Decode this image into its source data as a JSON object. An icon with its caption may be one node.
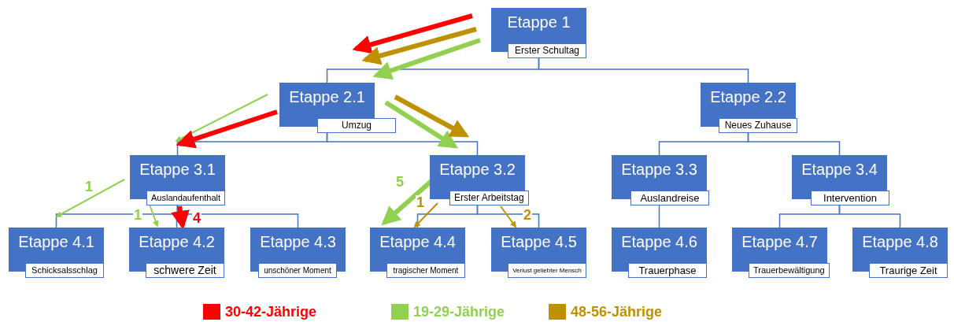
{
  "diagram": {
    "nodes": [
      {
        "text": [
          "Etappe 1",
          "Erster Schultag"
        ]
      },
      {
        "text": [
          "Etappe 2.1",
          "Umzug"
        ]
      },
      {
        "text": [
          "Etappe 2.2",
          "Neues Zuhause"
        ]
      },
      {
        "text": [
          "Etappe 3.1",
          "Auslandaufenthalt"
        ]
      },
      {
        "text": [
          "Etappe 3.2",
          "Erster Arbeitstag"
        ]
      },
      {
        "text": [
          "Etappe 3.3",
          "Auslandreise"
        ]
      },
      {
        "text": [
          "Etappe 3.4",
          "Intervention"
        ]
      },
      {
        "text": [
          "Etappe 4.1",
          "Schicksalsschlag"
        ]
      },
      {
        "text": [
          "Etappe 4.2",
          "schwere Zeit"
        ]
      },
      {
        "text": [
          "Etappe 4.3",
          "unschöner Moment"
        ]
      },
      {
        "text": [
          "Etappe 4.4",
          "tragischer Moment"
        ]
      },
      {
        "text": [
          "Etappe 4.5",
          "Verlust geliebter Mensch"
        ]
      },
      {
        "text": [
          "Etappe 4.6",
          "Trauerphase"
        ]
      },
      {
        "text": [
          "Etappe 4.7",
          "Trauerbewältigung"
        ]
      },
      {
        "text": [
          "Etappe 4.8",
          "Traurige Zeit"
        ]
      }
    ],
    "edges": [
      {
        "from": 0,
        "to": 1,
        "arrow": "none"
      },
      {
        "from": 0,
        "to": 2,
        "arrow": "none"
      },
      {
        "from": 1,
        "to": 3,
        "arrow": "none"
      },
      {
        "from": 1,
        "to": 4,
        "arrow": "none"
      },
      {
        "from": 2,
        "to": 5,
        "arrow": "none"
      },
      {
        "from": 2,
        "to": 6,
        "arrow": "none"
      },
      {
        "from": 3,
        "to": 7,
        "arrow": "none"
      },
      {
        "from": 3,
        "to": 8,
        "arrow": "none"
      },
      {
        "from": 3,
        "to": 9,
        "arrow": "none"
      },
      {
        "from": 4,
        "to": 10,
        "arrow": "none"
      },
      {
        "from": 4,
        "to": 11,
        "arrow": "none"
      },
      {
        "from": 5,
        "to": 12,
        "arrow": "none"
      },
      {
        "from": 6,
        "to": 13,
        "arrow": "none"
      },
      {
        "from": 6,
        "to": 14,
        "arrow": "none"
      },
      {
        "from": 0,
        "to": 1,
        "arrow": "to",
        "style": "thick",
        "color": "#ff0000"
      },
      {
        "from": 0,
        "to": 1,
        "arrow": "to",
        "style": "thick",
        "color": "#bf9000"
      },
      {
        "from": 0,
        "to": 1,
        "arrow": "to",
        "style": "thick",
        "color": "#92d050"
      },
      {
        "from": 1,
        "to": 3,
        "arrow": "to",
        "color": "#92d050"
      },
      {
        "from": 1,
        "to": 3,
        "arrow": "to",
        "style": "thick",
        "color": "#ff0000"
      },
      {
        "from": 1,
        "to": 4,
        "arrow": "to",
        "style": "thick",
        "color": "#92d050"
      },
      {
        "from": 1,
        "to": 4,
        "arrow": "to",
        "style": "thick",
        "color": "#bf9000"
      },
      {
        "from": 3,
        "to": 7,
        "arrow": "to",
        "label": "1",
        "color": "#92d050"
      },
      {
        "from": 3,
        "to": 8,
        "arrow": "to",
        "label": "1",
        "color": "#92d050"
      },
      {
        "from": 3,
        "to": 8,
        "arrow": "to",
        "label": "4",
        "style": "thick",
        "color": "#ff0000"
      },
      {
        "from": 4,
        "to": 10,
        "arrow": "to",
        "label": "5",
        "style": "thick",
        "color": "#92d050"
      },
      {
        "from": 4,
        "to": 10,
        "arrow": "to",
        "label": "1",
        "color": "#bf9000"
      },
      {
        "from": 4,
        "to": 11,
        "arrow": "to",
        "label": "2",
        "color": "#bf9000"
      }
    ],
    "legend": [
      {
        "text": "30-42-Jährige",
        "color": "#ff0000"
      },
      {
        "text": "19-29-Jährige",
        "color": "#92d050"
      },
      {
        "text": "48-56-Jährige",
        "color": "#bf9000"
      }
    ]
  }
}
